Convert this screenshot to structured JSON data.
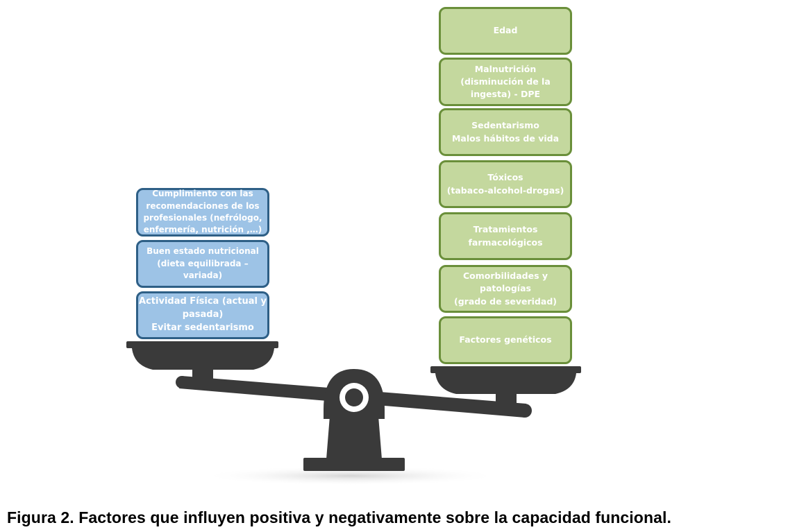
{
  "left_pan_items": [
    "Cumplimiento con las\nrecomendaciones de los\nprofesionales (nefrólogo,\nenfermería, nutrición ,…)",
    "Buen estado nutricional\n(dieta equilibrada –\nvariada)",
    "Actividad Física (actual y\npasada)\nEvitar sedentarismo"
  ],
  "right_pan_items": [
    "Edad",
    "Malnutrición\n(disminución de la\ningesta) - DPE",
    "Sedentarismo\nMalos hábitos de vida",
    "Tóxicos\n(tabaco-alcohol-drogas)",
    "Tratamientos\nfarmacológicos",
    "Comorbilidades y\npatologías\n(grado de severidad)",
    "Factores genéticos"
  ],
  "caption": "Figura 2. Factores que influyen positiva y negativamente sobre la capacidad funcional.",
  "colors": {
    "positive_fill": "#9dc3e6",
    "positive_border": "#2e5f86",
    "negative_fill": "#c4d89e",
    "negative_border": "#6a8f3a",
    "scale": "#3a3a3a"
  }
}
